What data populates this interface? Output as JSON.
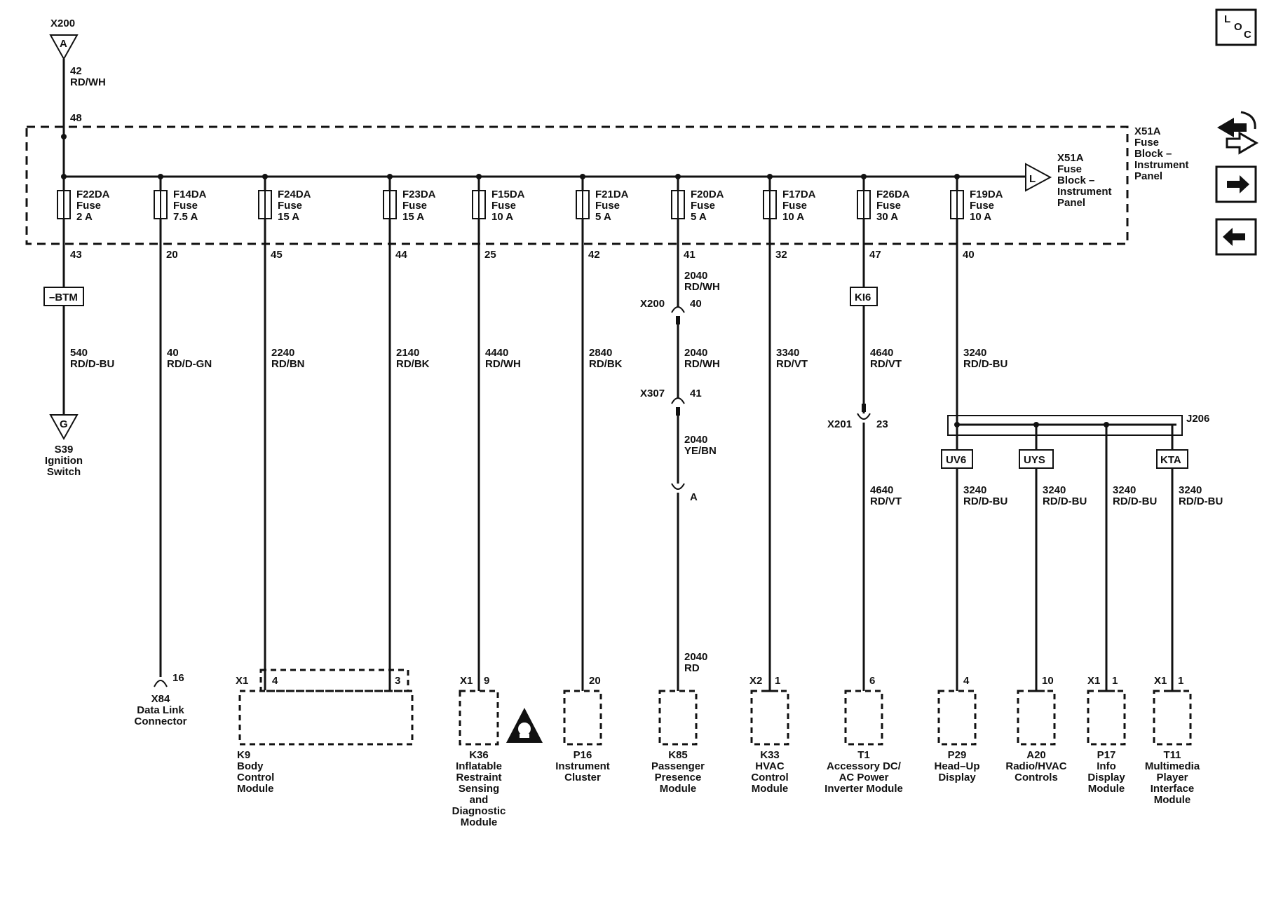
{
  "source": {
    "connector": "X200",
    "pin_letter": "A",
    "circuit": "42",
    "color": "RD/WH",
    "cavity": "48"
  },
  "fuse_block": {
    "label_lines": [
      "X51A",
      "Fuse",
      "Block –",
      "Instrument",
      "Panel"
    ]
  },
  "bus_end": {
    "letter": "L",
    "label_lines": [
      "X51A",
      "Fuse",
      "Block –",
      "Instrument",
      "Panel"
    ]
  },
  "fuses": [
    {
      "name": "F22DA",
      "type": "Fuse",
      "rating": "2 A",
      "pin": "43"
    },
    {
      "name": "F14DA",
      "type": "Fuse",
      "rating": "7.5 A",
      "pin": "20"
    },
    {
      "name": "F24DA",
      "type": "Fuse",
      "rating": "15 A",
      "pin": "45"
    },
    {
      "name": "F23DA",
      "type": "Fuse",
      "rating": "15 A",
      "pin": "44"
    },
    {
      "name": "F15DA",
      "type": "Fuse",
      "rating": "10 A",
      "pin": "25"
    },
    {
      "name": "F21DA",
      "type": "Fuse",
      "rating": "5 A",
      "pin": "42"
    },
    {
      "name": "F20DA",
      "type": "Fuse",
      "rating": "5 A",
      "pin": "41"
    },
    {
      "name": "F17DA",
      "type": "Fuse",
      "rating": "10 A",
      "pin": "32"
    },
    {
      "name": "F26DA",
      "type": "Fuse",
      "rating": "30 A",
      "pin": "47"
    },
    {
      "name": "F19DA",
      "type": "Fuse",
      "rating": "10 A",
      "pin": "40"
    }
  ],
  "options": {
    "btm": "–BTM",
    "ki6": "KI6",
    "uv6": "UV6",
    "uys": "UYS",
    "kta": "KTA"
  },
  "wires": [
    {
      "circuit": "540",
      "color": "RD/D-BU"
    },
    {
      "circuit": "40",
      "color": "RD/D-GN"
    },
    {
      "circuit": "2240",
      "color": "RD/BN"
    },
    {
      "circuit": "2140",
      "color": "RD/BK"
    },
    {
      "circuit": "4440",
      "color": "RD/WH"
    },
    {
      "circuit": "2840",
      "color": "RD/BK"
    },
    {
      "circuit": "3340",
      "color": "RD/VT"
    },
    {
      "circuit": "4640",
      "color": "RD/VT"
    },
    {
      "circuit": "3240",
      "color": "RD/D-BU"
    }
  ],
  "col7": {
    "seg1": {
      "circuit": "2040",
      "color": "RD/WH"
    },
    "c1": {
      "connector": "X200",
      "pin": "40"
    },
    "seg2": {
      "circuit": "2040",
      "color": "RD/WH"
    },
    "c2": {
      "connector": "X307",
      "pin": "41"
    },
    "seg3": {
      "circuit": "2040",
      "color": "YE/BN"
    },
    "c3": {
      "pin": "A"
    },
    "seg4": {
      "circuit": "2040",
      "color": "RD"
    }
  },
  "col9": {
    "connector": "X201",
    "pin": "23",
    "seg2": {
      "circuit": "4640",
      "color": "RD/VT"
    }
  },
  "splice": {
    "name": "J206"
  },
  "branches": [
    {
      "circuit": "3240",
      "color": "RD/D-BU"
    },
    {
      "circuit": "3240",
      "color": "RD/D-BU"
    },
    {
      "circuit": "3240",
      "color": "RD/D-BU"
    },
    {
      "circuit": "3240",
      "color": "RD/D-BU"
    }
  ],
  "ground_end": {
    "letter": "G",
    "label_lines": [
      "S39",
      "Ignition",
      "Switch"
    ]
  },
  "components": [
    {
      "id": "x84",
      "pin": "16",
      "label_lines": [
        "X84",
        "Data Link",
        "Connector"
      ]
    },
    {
      "id": "k9",
      "connector": "X1",
      "pins": [
        "4",
        "3"
      ],
      "label_lines": [
        "K9",
        "Body",
        "Control",
        "Module"
      ]
    },
    {
      "id": "k36",
      "connector": "X1",
      "pin": "9",
      "label_lines": [
        "K36",
        "Inflatable",
        "Restraint",
        "Sensing",
        "and",
        "Diagnostic",
        "Module"
      ]
    },
    {
      "id": "p16",
      "pin": "20",
      "label_lines": [
        "P16",
        "Instrument",
        "Cluster"
      ]
    },
    {
      "id": "k85",
      "label_lines": [
        "K85",
        "Passenger",
        "Presence",
        "Module"
      ]
    },
    {
      "id": "k33",
      "connector": "X2",
      "pin": "1",
      "label_lines": [
        "K33",
        "HVAC",
        "Control",
        "Module"
      ]
    },
    {
      "id": "t1",
      "pin": "6",
      "label_lines": [
        "T1",
        "Accessory DC/",
        "AC Power",
        "Inverter Module"
      ]
    },
    {
      "id": "p29",
      "pin": "4",
      "label_lines": [
        "P29",
        "Head–Up",
        "Display"
      ]
    },
    {
      "id": "a20",
      "pin": "10",
      "label_lines": [
        "A20",
        "Radio/HVAC",
        "Controls"
      ]
    },
    {
      "id": "p17",
      "connector": "X1",
      "pin": "1",
      "label_lines": [
        "P17",
        "Info",
        "Display",
        "Module"
      ]
    },
    {
      "id": "t11",
      "connector": "X1",
      "pin": "1",
      "label_lines": [
        "T11",
        "Multimedia",
        "Player",
        "Interface",
        "Module"
      ]
    }
  ],
  "nav": {
    "loc_l": "L",
    "loc_o": "O",
    "loc_c": "C"
  }
}
